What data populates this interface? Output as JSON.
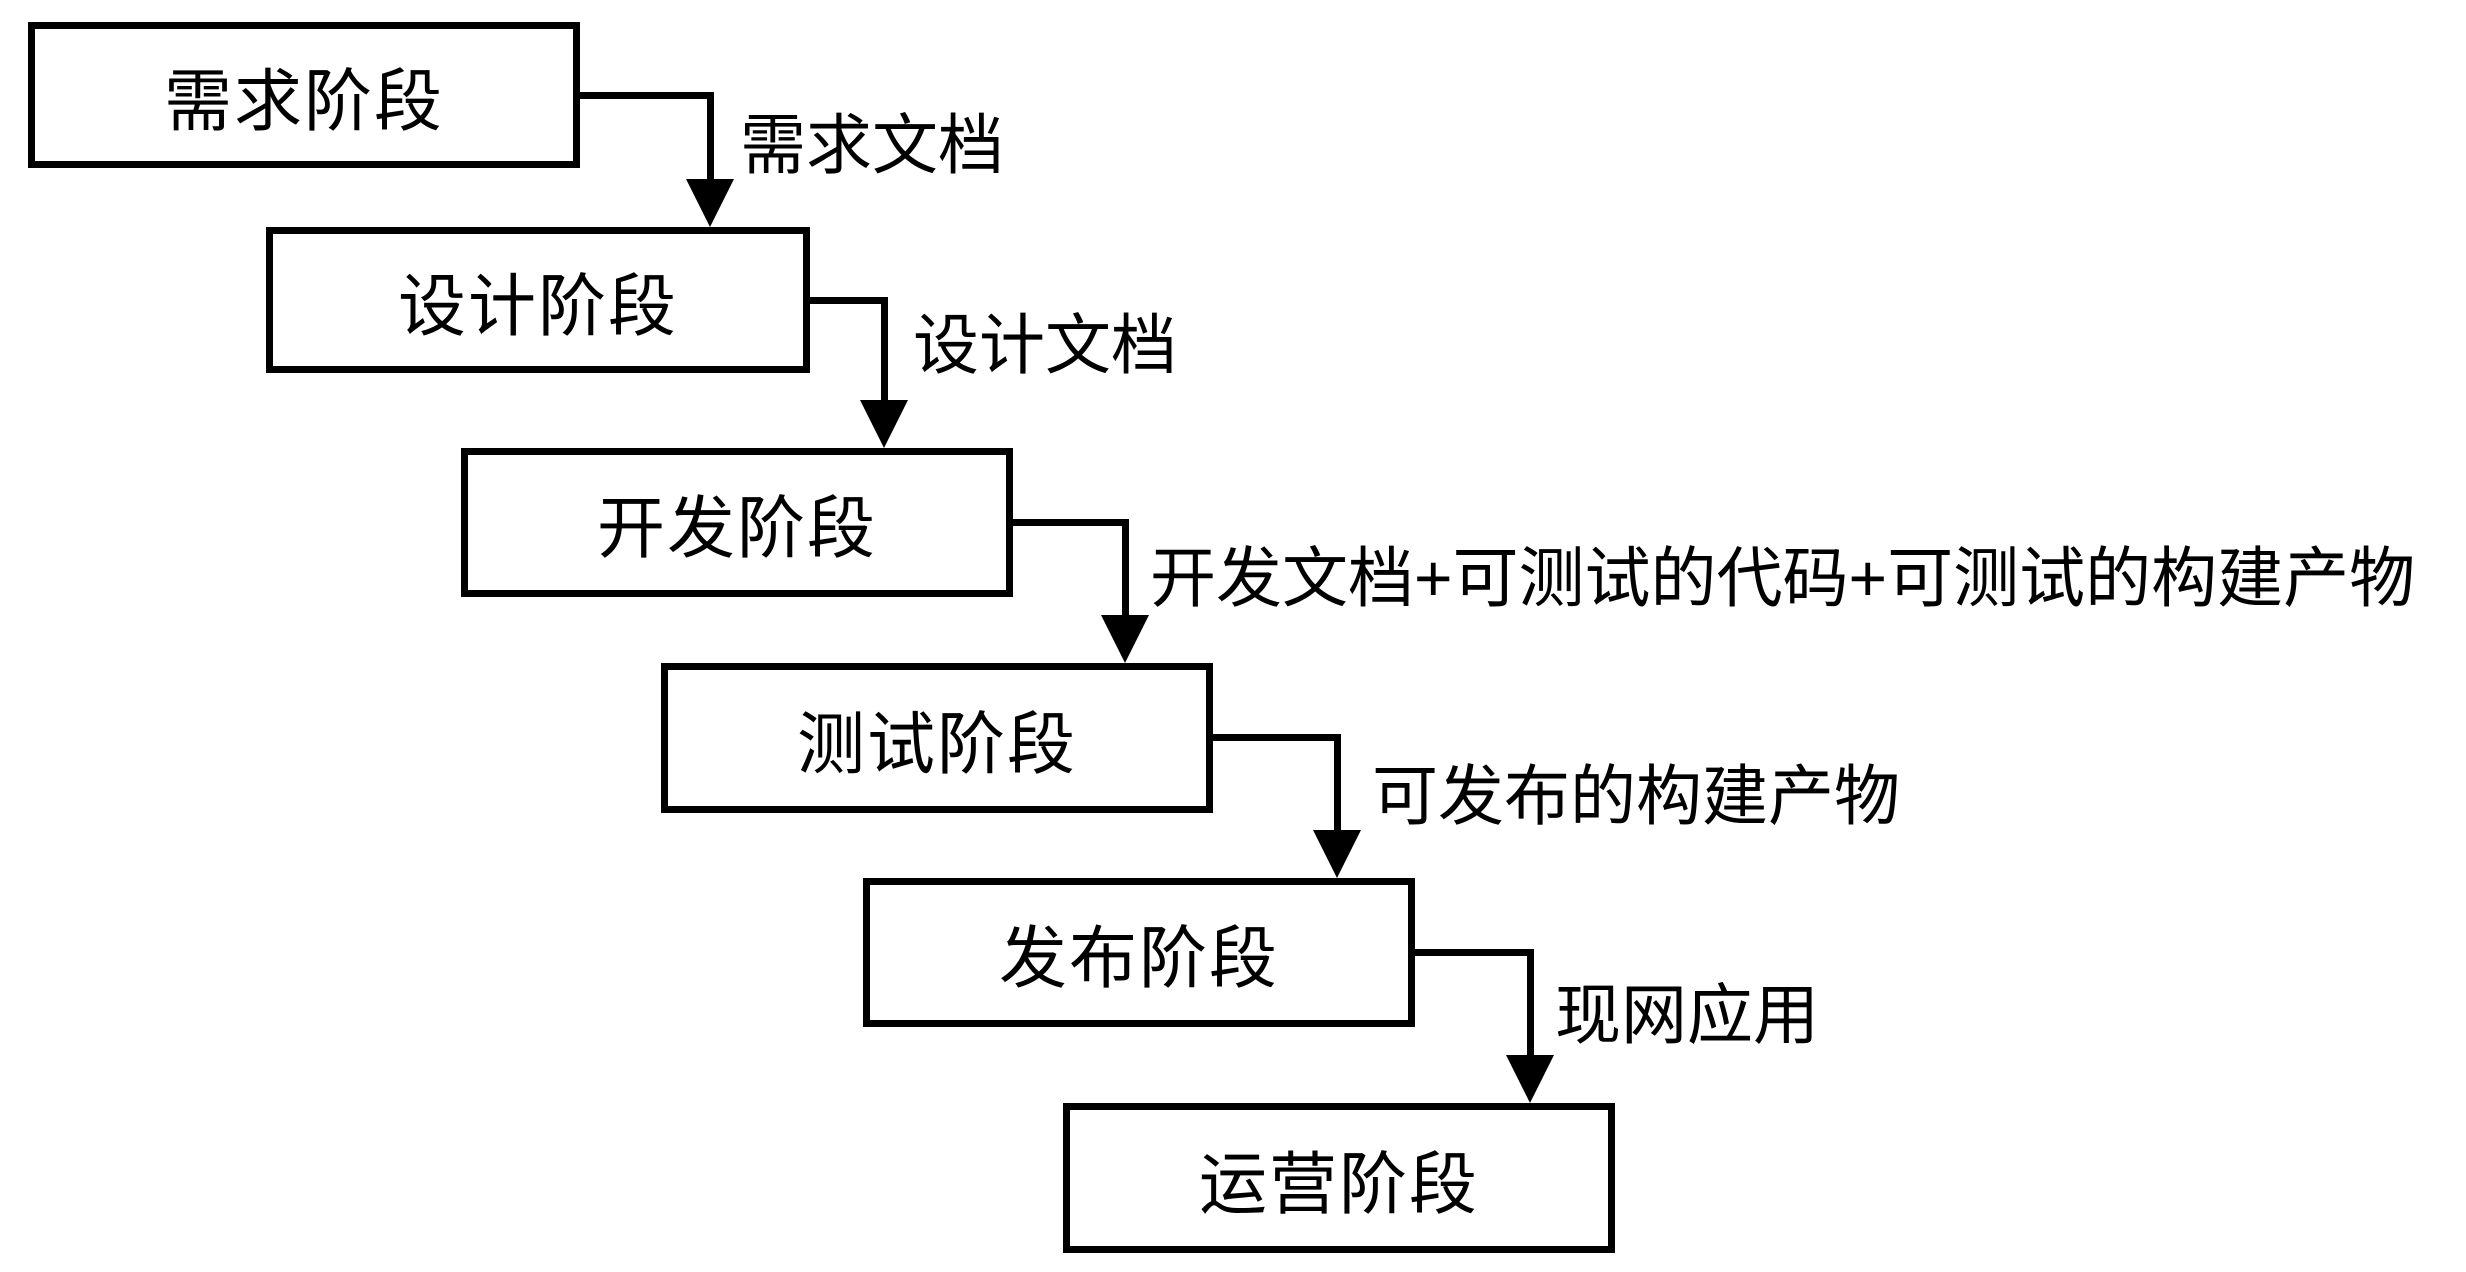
{
  "colors": {
    "background": "#ffffff",
    "line": "#000000",
    "text": "#000000"
  },
  "stages": [
    {
      "label": "需求阶段"
    },
    {
      "label": "设计阶段"
    },
    {
      "label": "开发阶段"
    },
    {
      "label": "测试阶段"
    },
    {
      "label": "发布阶段"
    },
    {
      "label": "运营阶段"
    }
  ],
  "transitions": [
    {
      "from": "需求阶段",
      "to": "设计阶段",
      "label": "需求文档"
    },
    {
      "from": "设计阶段",
      "to": "开发阶段",
      "label": "设计文档"
    },
    {
      "from": "开发阶段",
      "to": "测试阶段",
      "label": "开发文档+可测试的代码+可测试的构建产物"
    },
    {
      "from": "测试阶段",
      "to": "发布阶段",
      "label": "可发布的构建产物"
    },
    {
      "from": "发布阶段",
      "to": "运营阶段",
      "label": "现网应用"
    }
  ]
}
